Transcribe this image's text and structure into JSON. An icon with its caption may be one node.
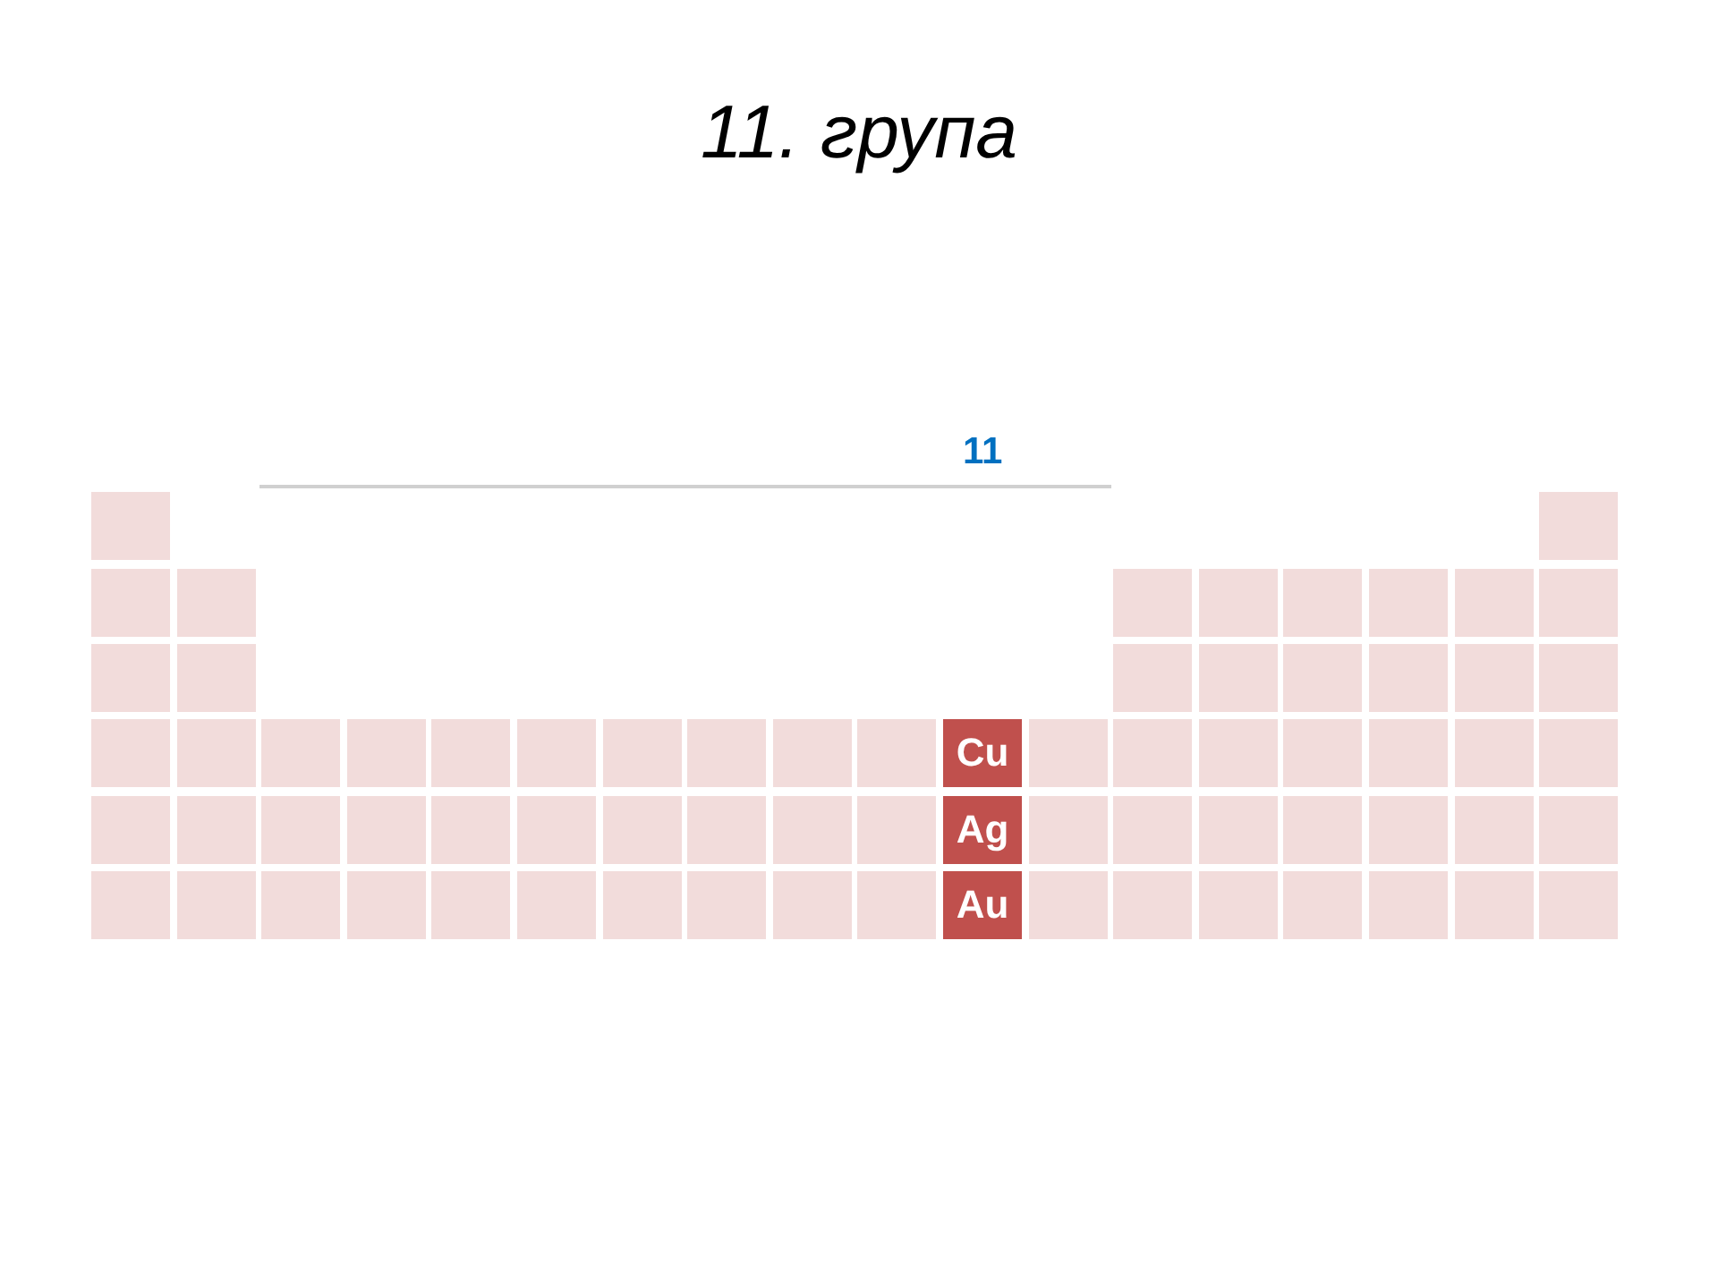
{
  "diagram": {
    "title": "11. група",
    "nodes": [
      {
        "text": [],
        "shape": "box"
      },
      {
        "text": [],
        "shape": "box"
      },
      {
        "text": [],
        "shape": "box"
      },
      {
        "text": [],
        "shape": "box"
      },
      {
        "text": [],
        "shape": "box"
      },
      {
        "text": [],
        "shape": "box"
      },
      {
        "text": [],
        "shape": "box"
      },
      {
        "text": [],
        "shape": "box"
      },
      {
        "text": [],
        "shape": "box"
      },
      {
        "text": [],
        "shape": "box"
      },
      {
        "text": [],
        "shape": "box"
      },
      {
        "text": [],
        "shape": "box"
      },
      {
        "text": [],
        "shape": "box"
      },
      {
        "text": [],
        "shape": "box"
      },
      {
        "text": [],
        "shape": "box"
      },
      {
        "text": [],
        "shape": "box"
      },
      {
        "text": [],
        "shape": "box"
      },
      {
        "text": [],
        "shape": "box"
      },
      {
        "text": [],
        "shape": "box"
      },
      {
        "text": [],
        "shape": "box"
      },
      {
        "text": [],
        "shape": "box"
      },
      {
        "text": [],
        "shape": "box"
      },
      {
        "text": [],
        "shape": "box"
      },
      {
        "text": [],
        "shape": "box"
      },
      {
        "text": [],
        "shape": "box"
      },
      {
        "text": [],
        "shape": "box"
      },
      {
        "text": [],
        "shape": "box"
      },
      {
        "text": [],
        "shape": "box"
      },
      {
        "text": [
          "Cu"
        ]
      },
      {
        "text": [],
        "shape": "box"
      },
      {
        "text": [],
        "shape": "box"
      },
      {
        "text": [],
        "shape": "box"
      },
      {
        "text": [],
        "shape": "box"
      },
      {
        "text": [],
        "shape": "box"
      },
      {
        "text": [],
        "shape": "box"
      },
      {
        "text": [],
        "shape": "box"
      },
      {
        "text": [],
        "shape": "box"
      },
      {
        "text": [],
        "shape": "box"
      },
      {
        "text": [],
        "shape": "box"
      },
      {
        "text": [],
        "shape": "box"
      },
      {
        "text": [],
        "shape": "box"
      },
      {
        "text": [],
        "shape": "box"
      },
      {
        "text": [],
        "shape": "box"
      },
      {
        "text": [],
        "shape": "box"
      },
      {
        "text": [],
        "shape": "box"
      },
      {
        "text": [],
        "shape": "box"
      },
      {
        "text": [
          "Ag"
        ]
      },
      {
        "text": [],
        "shape": "box"
      },
      {
        "text": [],
        "shape": "box"
      },
      {
        "text": [],
        "shape": "box"
      },
      {
        "text": [],
        "shape": "box"
      },
      {
        "text": [],
        "shape": "box"
      },
      {
        "text": [],
        "shape": "box"
      },
      {
        "text": [],
        "shape": "box"
      },
      {
        "text": [],
        "shape": "box"
      },
      {
        "text": [],
        "shape": "box"
      },
      {
        "text": [],
        "shape": "box"
      },
      {
        "text": [],
        "shape": "box"
      },
      {
        "text": [],
        "shape": "box"
      },
      {
        "text": [],
        "shape": "box"
      },
      {
        "text": [],
        "shape": "box"
      },
      {
        "text": [],
        "shape": "box"
      },
      {
        "text": [],
        "shape": "box"
      },
      {
        "text": [],
        "shape": "box"
      },
      {
        "text": [
          "Au"
        ]
      },
      {
        "text": [],
        "shape": "box"
      },
      {
        "text": [],
        "shape": "box"
      },
      {
        "text": [],
        "shape": "box"
      },
      {
        "text": [],
        "shape": "box"
      },
      {
        "text": [],
        "shape": "box"
      },
      {
        "text": [],
        "shape": "box"
      },
      {
        "text": [],
        "shape": "box"
      }
    ],
    "labels": [
      "11"
    ]
  }
}
